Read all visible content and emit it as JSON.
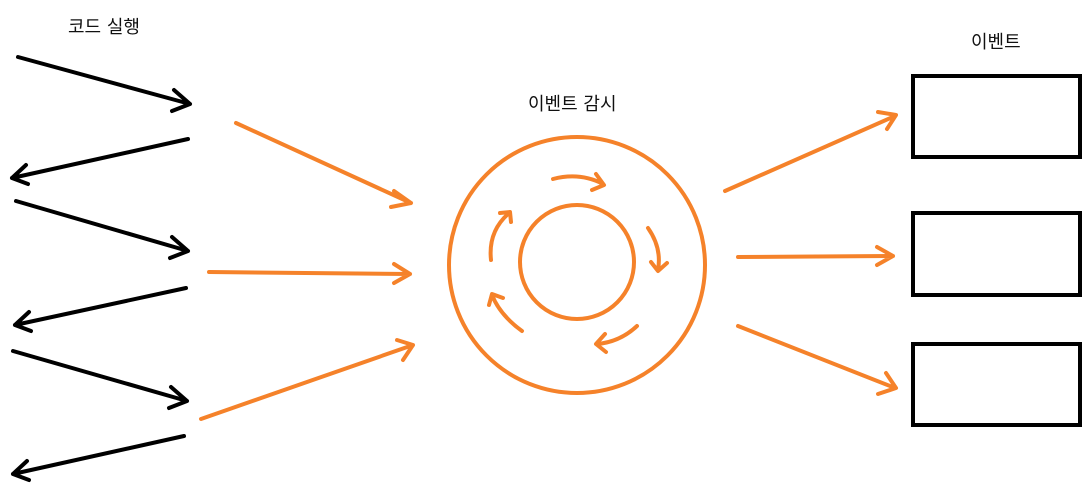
{
  "labels": {
    "code_execution": "코드 실행",
    "event_watch": "이벤트 감시",
    "events": "이벤트"
  },
  "colors": {
    "accent": "#f5822a",
    "ink": "#000000"
  }
}
